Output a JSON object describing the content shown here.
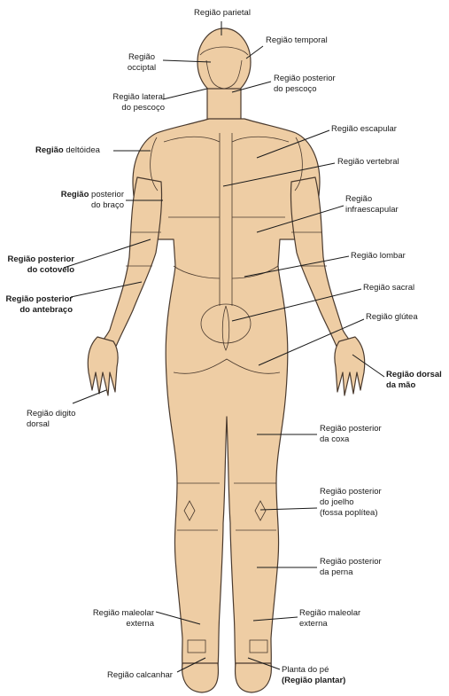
{
  "colors": {
    "skin": "#eecda4",
    "outline": "#4a3a2e",
    "leader": "#1a1a1a",
    "text": "#1a1a1a"
  },
  "labels": {
    "parietal": {
      "lines": [
        "Região parietal"
      ]
    },
    "temporal": {
      "lines": [
        "Região temporal"
      ]
    },
    "occipital": {
      "lines": [
        "Região",
        "occiptal"
      ]
    },
    "pescoco_post": {
      "lines": [
        "Região posterior",
        "do pescoço"
      ]
    },
    "pescoco_lat": {
      "lines": [
        "Região lateral",
        "do pescoço"
      ]
    },
    "escapular": {
      "lines": [
        "Região escapular"
      ]
    },
    "deltoidea": {
      "bold": "Região",
      "rest": " deltóidea"
    },
    "vertebral": {
      "lines": [
        "Região vertebral"
      ]
    },
    "braco": {
      "bold": "Região",
      "rest": " posterior",
      "line2": "do braço"
    },
    "infraescapular": {
      "lines": [
        "Região",
        "infraescapular"
      ]
    },
    "lombar": {
      "lines": [
        "Região lombar"
      ]
    },
    "cotovelo": {
      "lines": [
        "Região posterior",
        "do cotovelo"
      ]
    },
    "sacral": {
      "lines": [
        "Região sacral"
      ]
    },
    "antebraco": {
      "lines": [
        "Região posterior",
        "do antebraço"
      ]
    },
    "glutea": {
      "lines": [
        "Região glútea"
      ]
    },
    "mao": {
      "lines": [
        "Região dorsal",
        "da mão"
      ]
    },
    "digito": {
      "lines": [
        "Região digito",
        "dorsal"
      ]
    },
    "coxa": {
      "lines": [
        "Região posterior",
        "da coxa"
      ]
    },
    "joelho": {
      "lines": [
        "Região posterior",
        "do joelho",
        "(fossa poplítea)"
      ]
    },
    "perna": {
      "lines": [
        "Região posterior",
        "da perna"
      ]
    },
    "maleolar_l": {
      "lines": [
        "Região maleolar",
        "externa"
      ]
    },
    "maleolar_r": {
      "lines": [
        "Região maleolar",
        "externa"
      ]
    },
    "calcanhar": {
      "lines": [
        "Região calcanhar"
      ]
    },
    "plantar": {
      "lines": [
        "Planta do pé",
        "(Região plantar)"
      ]
    }
  }
}
